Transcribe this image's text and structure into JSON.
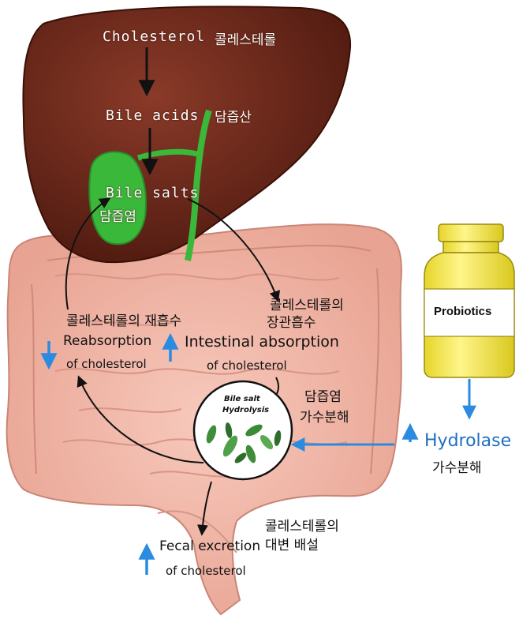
{
  "labels": {
    "cholesterol": "Cholesterol",
    "cholesterol_kr": "콜레스테롤",
    "bile_acids": "Bile acids",
    "bile_acids_kr": "담즙산",
    "bile_salts": "Bile salts",
    "bile_salts_kr": "담즙염",
    "reabsorption_kr": "콜레스테롤의 재흡수",
    "reabsorption_1": "Reabsorption",
    "reabsorption_2": "of cholesterol",
    "intestinal_kr_1": "콜레스테롤의",
    "intestinal_kr_2": "장관흡수",
    "intestinal_1": "Intestinal absorption",
    "intestinal_2": "of cholesterol",
    "bsh_1": "Bile salt",
    "bsh_2": "Hydrolysis",
    "bsh_kr_1": "담즙염",
    "bsh_kr_2": "가수분해",
    "probiotics": "Probiotics",
    "hydrolase": "Hydrolase",
    "hydrolase_kr": "가수분해",
    "fecal_kr_1": "콜레스테롤의",
    "fecal_kr_2": "대변 배설",
    "fecal_1": "Fecal excretion",
    "fecal_2": "of cholesterol"
  },
  "indicators": {
    "reabsorption": "down",
    "intestinal_absorption": "up",
    "hydrolase": "up",
    "fecal_excretion": "up"
  },
  "colors": {
    "liver": "#6e2a1b",
    "intestine": "#f2b7a8",
    "gallbladder": "#3ab83a",
    "blue_arrow": "#2a8be0",
    "bottle": "#f5e84a"
  }
}
